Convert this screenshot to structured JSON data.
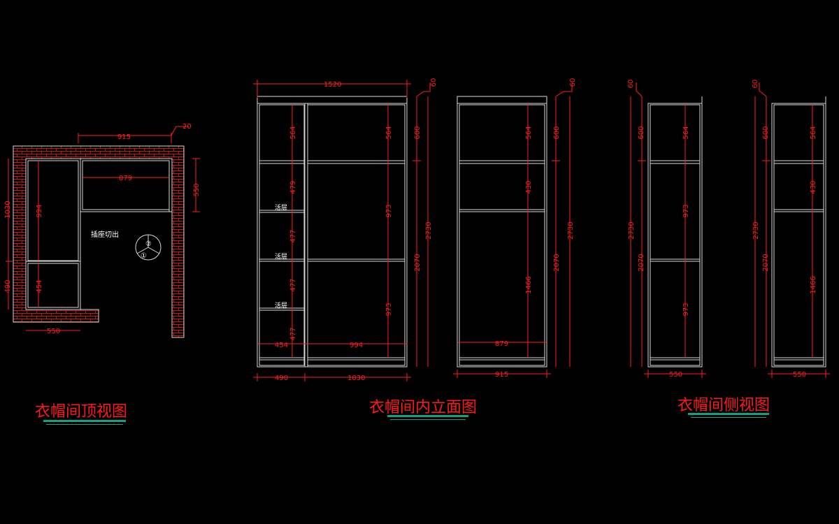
{
  "colors": {
    "background": "#000000",
    "outline": "#d9d9d9",
    "dimension": "#ff2020",
    "title": "#ff1a1a",
    "underline": "#14a085",
    "brick": "#c81818",
    "label": "#ffffff"
  },
  "top_view": {
    "title": "衣帽间顶视图",
    "dims": {
      "top_width": "915",
      "wall_thickness": "20",
      "inner_width": "879",
      "right_depth": "550",
      "left_total": "1030",
      "left_lower": "490",
      "inner_upper": "994",
      "inner_lower": "454",
      "bottom_width": "550"
    },
    "socket_label": "插座切出",
    "marker_top": "②",
    "marker_bottom": "①"
  },
  "elevation": {
    "title": "衣帽间内立面图",
    "dims": {
      "total_width": "1520",
      "top_offset": "60",
      "left_col_1": "564",
      "left_col_2": "479",
      "left_col_3": "477",
      "left_col_4": "477",
      "left_col_5": "477",
      "left_bottom_width": "454",
      "right_col_1": "564",
      "right_col_2": "973",
      "right_col_3": "973",
      "right_inner_width": "994",
      "right_top": "600",
      "right_lower": "2070",
      "right_total": "2730",
      "bottom_left": "490",
      "bottom_right": "1030"
    },
    "shelf_label": "活层",
    "second": {
      "top_offset": "60",
      "col_1": "564",
      "col_2": "430",
      "col_3": "1466",
      "inner_width": "879",
      "top": "600",
      "lower": "2070",
      "total": "2730",
      "bottom_width": "915"
    }
  },
  "side_view": {
    "title": "衣帽间侧视图",
    "a": {
      "top_offset": "60",
      "top": "600",
      "total": "2730",
      "lower": "2070",
      "col_1": "564",
      "col_2": "973",
      "col_3": "973",
      "bottom_width": "550"
    },
    "b": {
      "top_offset": "60",
      "top": "600",
      "total": "2730",
      "lower": "2070",
      "col_1": "564",
      "col_2": "430",
      "col_3": "1466",
      "bottom_width": "550"
    }
  }
}
